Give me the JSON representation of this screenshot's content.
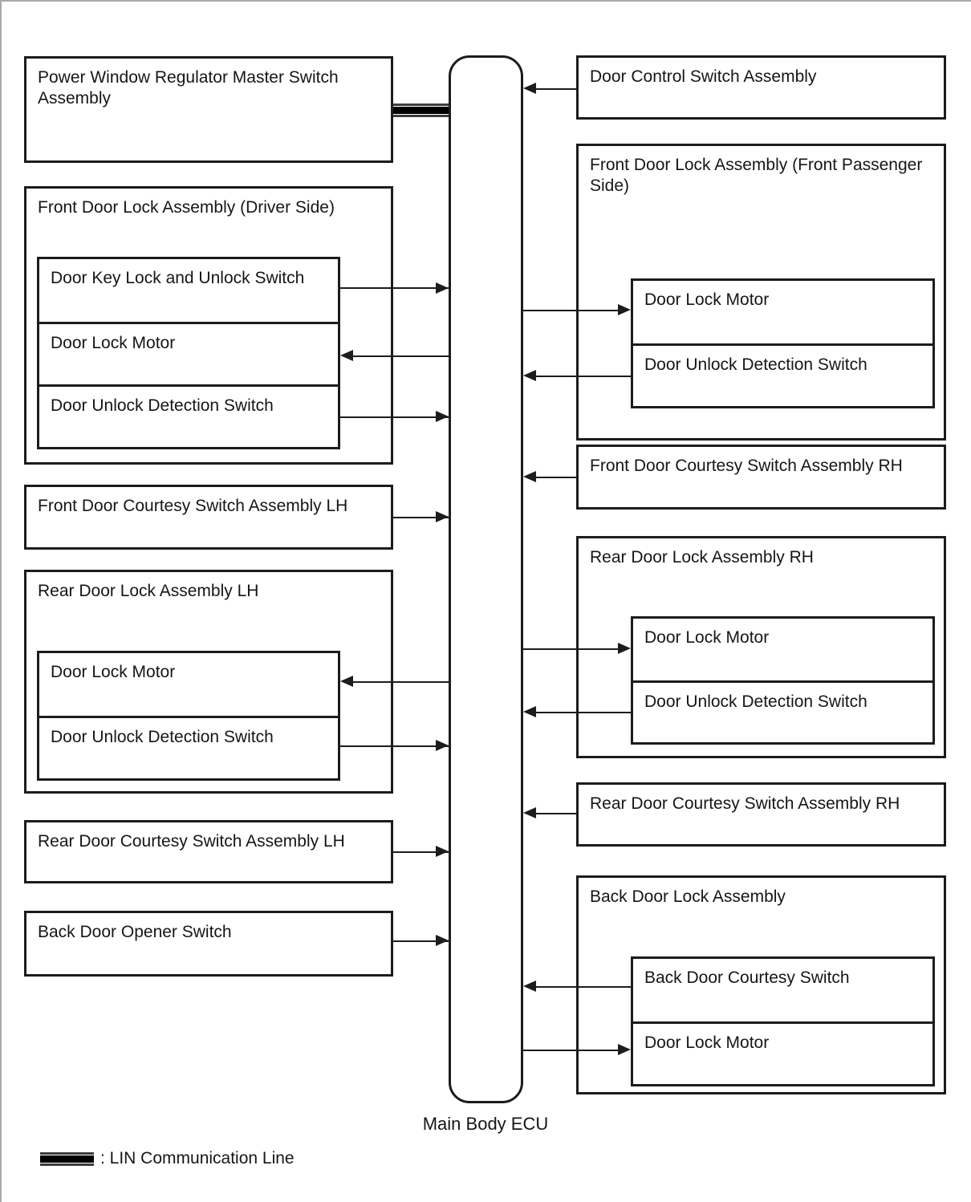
{
  "canvas": {
    "background": "#ffffff",
    "line_color": "#1c1c1c"
  },
  "ecu": {
    "label": "Main Body ECU"
  },
  "legend": {
    "label": ": LIN Communication Line"
  },
  "left": {
    "l1": {
      "label": "Power Window Regulator Master Switch Assembly"
    },
    "l2": {
      "label": "Front Door Lock Assembly (Driver Side)",
      "items": [
        "Door Key Lock and Unlock Switch",
        "Door Lock Motor",
        "Door Unlock Detection Switch"
      ]
    },
    "l3": {
      "label": "Front Door Courtesy Switch Assembly LH"
    },
    "l4": {
      "label": "Rear Door Lock Assembly LH",
      "items": [
        "Door Lock Motor",
        "Door Unlock Detection Switch"
      ]
    },
    "l5": {
      "label": "Rear Door Courtesy Switch Assembly LH"
    },
    "l6": {
      "label": "Back Door Opener Switch"
    }
  },
  "right": {
    "r1": {
      "label": "Door Control Switch Assembly"
    },
    "r2": {
      "label": "Front Door Lock Assembly (Front Passenger Side)",
      "items": [
        "Door Lock Motor",
        "Door Unlock Detection Switch"
      ]
    },
    "r3": {
      "label": "Front Door Courtesy Switch Assembly RH"
    },
    "r4": {
      "label": "Rear Door Lock Assembly RH",
      "items": [
        "Door Lock Motor",
        "Door Unlock Detection Switch"
      ]
    },
    "r5": {
      "label": "Rear Door Courtesy Switch Assembly RH"
    },
    "r6": {
      "label": "Back Door Lock Assembly",
      "items": [
        "Back Door Courtesy Switch",
        "Door Lock Motor"
      ]
    }
  }
}
